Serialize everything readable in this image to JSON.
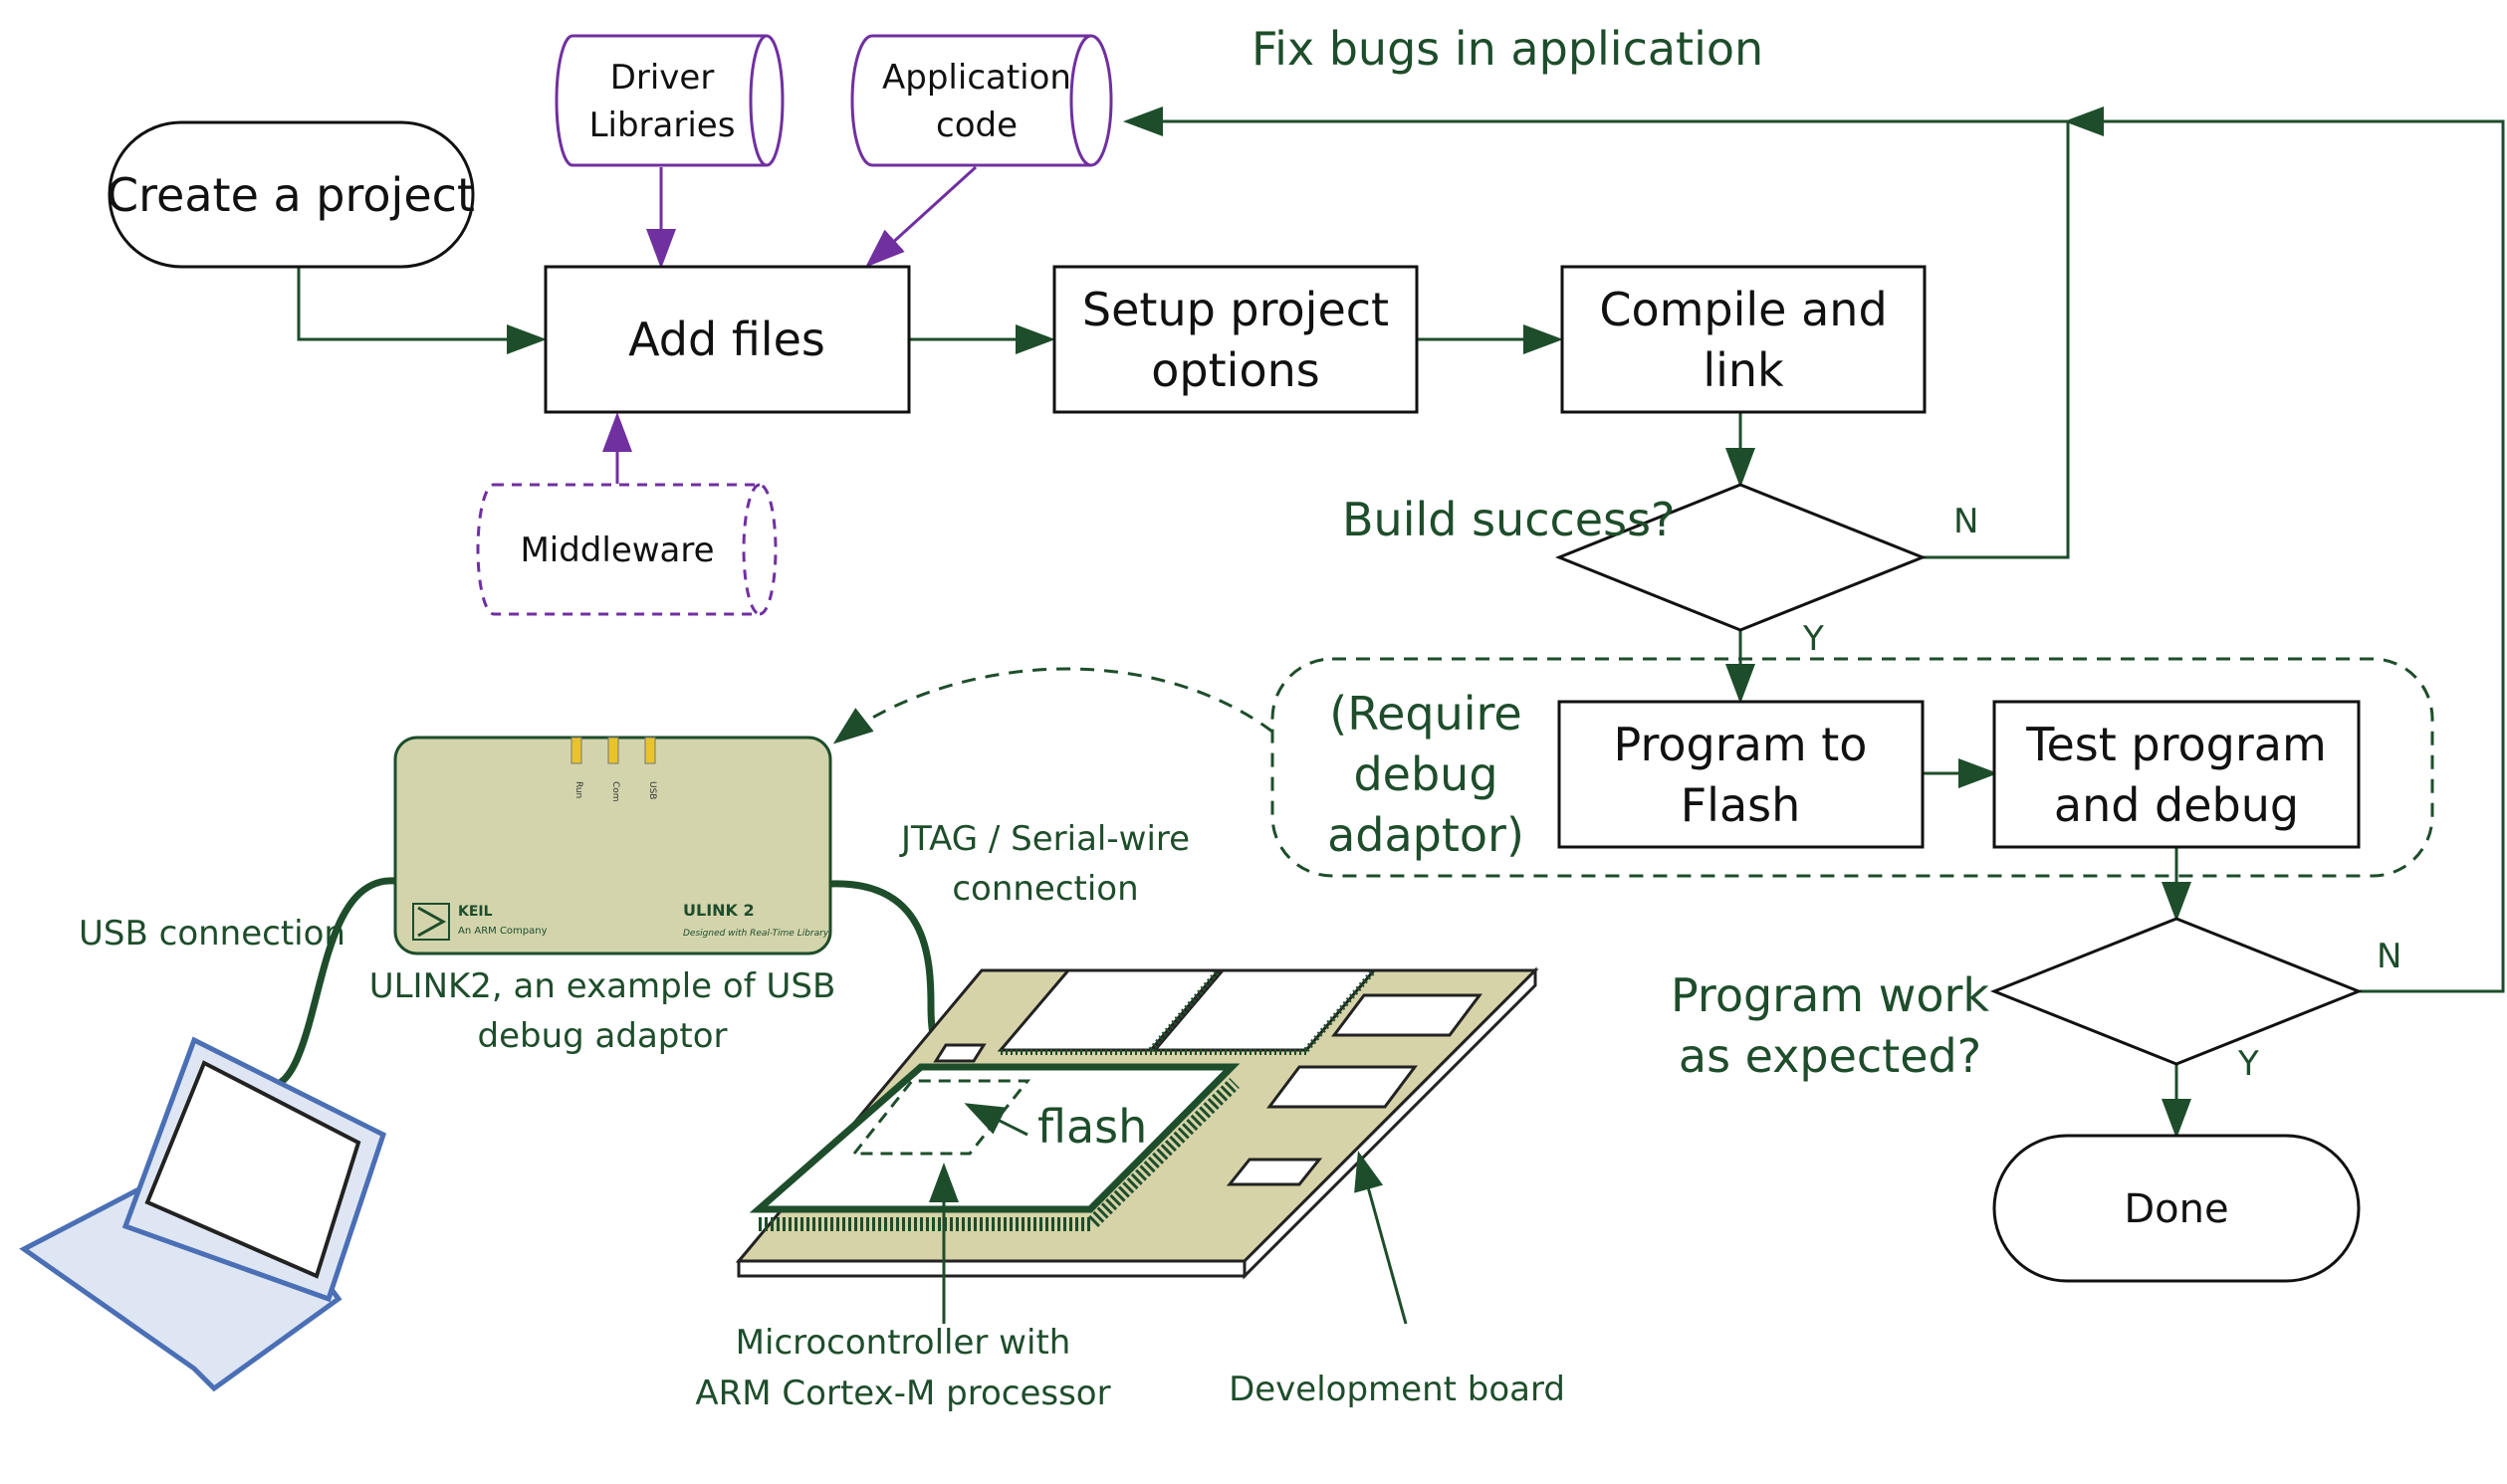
{
  "flow": {
    "create_project": "Create a project",
    "add_files": "Add files",
    "setup_options": [
      "Setup project",
      "options"
    ],
    "compile_link": [
      "Compile and",
      "link"
    ],
    "build_success": "Build success?",
    "program_flash": [
      "Program to",
      "Flash"
    ],
    "test_debug": [
      "Test program",
      "and debug"
    ],
    "require_adaptor": [
      "(Require",
      "debug",
      "adaptor)"
    ],
    "program_work": [
      "Program work",
      "as expected?"
    ],
    "done": "Done",
    "yes": "Y",
    "no": "N",
    "fix_bugs": "Fix bugs in application"
  },
  "sources": {
    "driver_libraries": [
      "Driver",
      "Libraries"
    ],
    "application_code": [
      "Application",
      "code"
    ],
    "middleware": "Middleware"
  },
  "hardware": {
    "usb_connection": "USB connection",
    "jtag": [
      "JTAG / Serial-wire",
      "connection"
    ],
    "ulink_caption": [
      "ULINK2, an example of USB",
      "debug adaptor"
    ],
    "flash": "flash",
    "mcu_caption": [
      "Microcontroller with",
      "ARM Cortex-M processor"
    ],
    "dev_board": "Development board",
    "keil": "KEIL",
    "arm_company": "An ARM Company",
    "ulink_brand": "ULINK 2",
    "ulink_tagline": "Designed with Real-Time Library",
    "led_labels": [
      "Run",
      "Com",
      "USB"
    ]
  },
  "colors": {
    "flow_line": "#1e4d2b",
    "source_outline": "#7030a0",
    "box_outline": "#111111",
    "board_fill": "#d6d3a8",
    "adaptor_fill": "#d3d4ac",
    "laptop_frame": "#4a6fb5"
  }
}
